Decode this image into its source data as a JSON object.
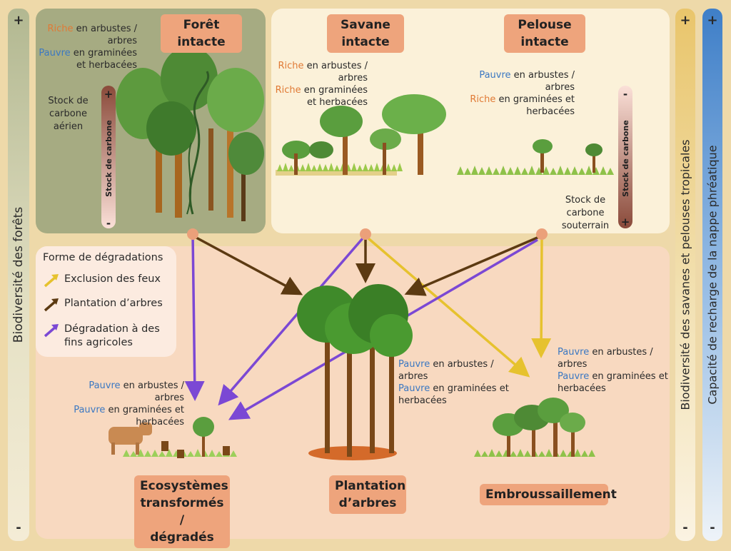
{
  "left_axis": {
    "label": "Biodiversité des forêts",
    "top_sign": "+",
    "bottom_sign": "-"
  },
  "right_axis_1": {
    "label": "Biodiversité des savanes et pelouses tropicales",
    "top_sign": "+",
    "bottom_sign": "-"
  },
  "right_axis_2": {
    "label": "Capacité de recharge de la nappe phréatique",
    "top_sign": "+",
    "bottom_sign": "-"
  },
  "forest": {
    "title_line1": "Forêt",
    "title_line2": "intacte",
    "desc": [
      {
        "qual": "Riche",
        "kind": "rich",
        "rest": " en arbustes /"
      },
      {
        "qual": "",
        "kind": "",
        "rest": "arbres"
      },
      {
        "qual": "Pauvre",
        "kind": "poor",
        "rest": " en graminées"
      },
      {
        "qual": "",
        "kind": "",
        "rest": "et herbacées"
      }
    ],
    "stock_label": [
      "Stock de",
      "carbone",
      "aérien"
    ],
    "gauge_label": "Stock de carbone",
    "gauge_top": "+",
    "gauge_bottom": "-"
  },
  "savanna": {
    "title_line1": "Savane",
    "title_line2": "intacte",
    "desc": [
      {
        "qual": "Riche",
        "kind": "rich",
        "rest": " en arbustes /"
      },
      {
        "qual": "",
        "kind": "",
        "rest": "arbres"
      },
      {
        "qual": "Riche",
        "kind": "rich",
        "rest": " en graminées"
      },
      {
        "qual": "",
        "kind": "",
        "rest": "et herbacées"
      }
    ]
  },
  "grassland": {
    "title_line1": "Pelouse",
    "title_line2": "intacte",
    "desc": [
      {
        "qual": "Pauvre",
        "kind": "poor",
        "rest": " en arbustes /"
      },
      {
        "qual": "",
        "kind": "",
        "rest": "arbres"
      },
      {
        "qual": "Riche",
        "kind": "rich",
        "rest": " en graminées et"
      },
      {
        "qual": "",
        "kind": "",
        "rest": "herbacées"
      }
    ],
    "stock_label": [
      "Stock de",
      "carbone",
      "souterrain"
    ],
    "gauge_label": "Stock de carbone",
    "gauge_top": "-",
    "gauge_bottom": "+"
  },
  "legend": {
    "title": "Forme de dégradations",
    "items": [
      {
        "label": "Exclusion des feux",
        "color": "#e6c22e"
      },
      {
        "label": "Plantation d’arbres",
        "color": "#5c3a12"
      },
      {
        "label_line1": "Dégradation à des",
        "label_line2": "fins agricoles",
        "color": "#7b48d4"
      }
    ]
  },
  "degraded": {
    "title_line1": "Ecosystèmes",
    "title_line2": "transformés /",
    "title_line3": "dégradés",
    "desc": [
      {
        "qual": "Pauvre",
        "kind": "poor",
        "rest": " en arbustes / arbres"
      },
      {
        "qual": "Pauvre",
        "kind": "poor",
        "rest": " en graminées et"
      },
      {
        "qual": "",
        "kind": "",
        "rest": "herbacées"
      }
    ]
  },
  "plantation": {
    "title_line1": "Plantation",
    "title_line2": "d’arbres",
    "desc": [
      {
        "qual": "Pauvre",
        "kind": "poor",
        "rest": " en arbustes /"
      },
      {
        "qual": "",
        "kind": "",
        "rest": "arbres"
      },
      {
        "qual": "Pauvre",
        "kind": "poor",
        "rest": " en graminées et"
      },
      {
        "qual": "",
        "kind": "",
        "rest": "herbacées"
      }
    ]
  },
  "encroachment": {
    "title": "Embroussaillement",
    "desc": [
      {
        "qual": "Pauvre",
        "kind": "poor",
        "rest": " en arbustes /"
      },
      {
        "qual": "",
        "kind": "",
        "rest": "arbres"
      },
      {
        "qual": "Pauvre",
        "kind": "poor",
        "rest": " en graminées et"
      },
      {
        "qual": "",
        "kind": "",
        "rest": "herbacées"
      }
    ]
  },
  "colors": {
    "fire_exclusion": "#e6c22e",
    "tree_planting": "#5c3a12",
    "agri_degradation": "#7b48d4",
    "node": "#eba07a"
  }
}
